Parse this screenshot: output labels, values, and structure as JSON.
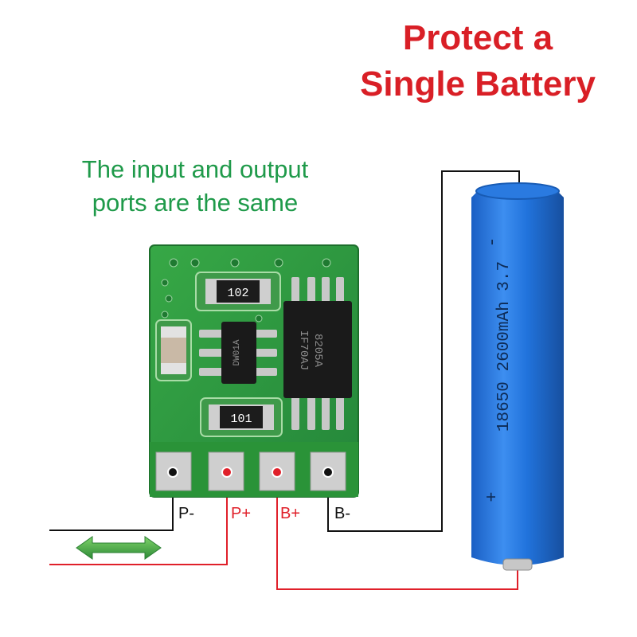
{
  "title": {
    "line1": "Protect a",
    "line2": "Single Battery"
  },
  "note": {
    "line1": "The input and output",
    "line2": "ports are the same"
  },
  "pins": {
    "p_minus": "P-",
    "p_plus": "P+",
    "b_plus": "B+",
    "b_minus": "B-"
  },
  "chips": {
    "resistor_top": "102",
    "resistor_bottom": "101",
    "ic_left": "DW01A",
    "ic_right_line1": "8205A",
    "ic_right_line2": "IF70AJ"
  },
  "battery": {
    "label": "18650 2600mAh 3.7",
    "minus_mark": "-",
    "plus_mark": "+"
  },
  "colors": {
    "title": "#d91f26",
    "note": "#1f9a4a",
    "pcb": "#2e9a3a",
    "battery": "#1f6fd0",
    "wire_red": "#e0202a",
    "wire_black": "#111111",
    "arrow": "#3aa845"
  }
}
